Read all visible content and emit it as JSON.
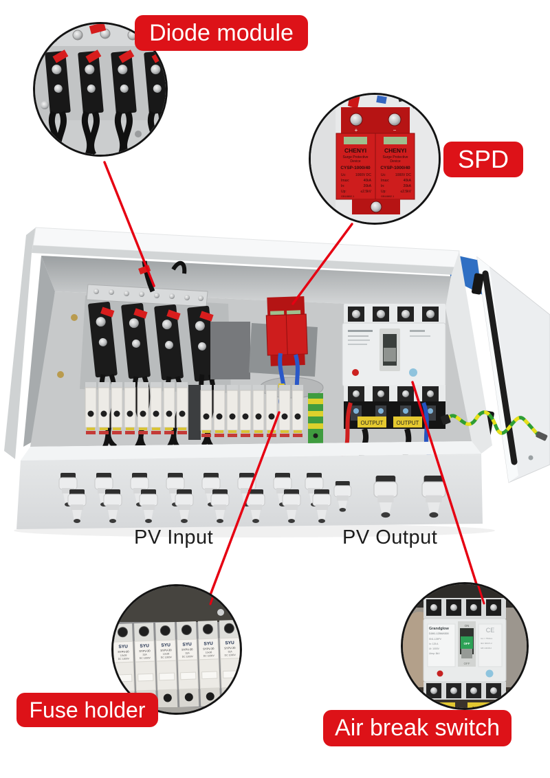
{
  "colors": {
    "label_bg": "#dd1218",
    "callout_line": "#e60012",
    "spd_red": "#ce1d1d",
    "box_white": "#f2f4f5"
  },
  "callouts": {
    "diode_module": "Diode module",
    "spd": "SPD",
    "fuse_holder": "Fuse holder",
    "air_break_switch": "Air break switch"
  },
  "port_labels": {
    "pv_input": "PV Input",
    "pv_output": "PV Output"
  },
  "spd_device": {
    "brand": "CHENYI",
    "type_line1": "Surge Protective",
    "type_line2": "Device",
    "model": "CYSP-1000/40",
    "specs": [
      {
        "k": "Uc:",
        "v": "1000V DC"
      },
      {
        "k": "Imax:",
        "v": "40kA"
      },
      {
        "k": "In:",
        "v": "20kA"
      },
      {
        "k": "Up:",
        "v": "≤2.5kV"
      }
    ],
    "standard": "GB18802.1",
    "plus": "+",
    "minus": "−"
  },
  "fuse_device": {
    "brand": "SYU",
    "model": "SYPV-30",
    "size": "10x38",
    "current": "32A",
    "voltage": "DC 1000V"
  },
  "breaker_device": {
    "brand": "Grandglow",
    "model": "DJM1-125M/4300",
    "on": "ON",
    "off_button": "OFF",
    "off": "OFF",
    "ce": "CE",
    "left_lines": [
      "SN1-125PV",
      "In: 125 A",
      "Ui: 1000V",
      "Uimp: 8kV"
    ],
    "right_lines": [
      "Ics = 75%Icu",
      "IEC 60947-2",
      "GB 14048.2"
    ]
  },
  "output_label": "OUTPUT"
}
